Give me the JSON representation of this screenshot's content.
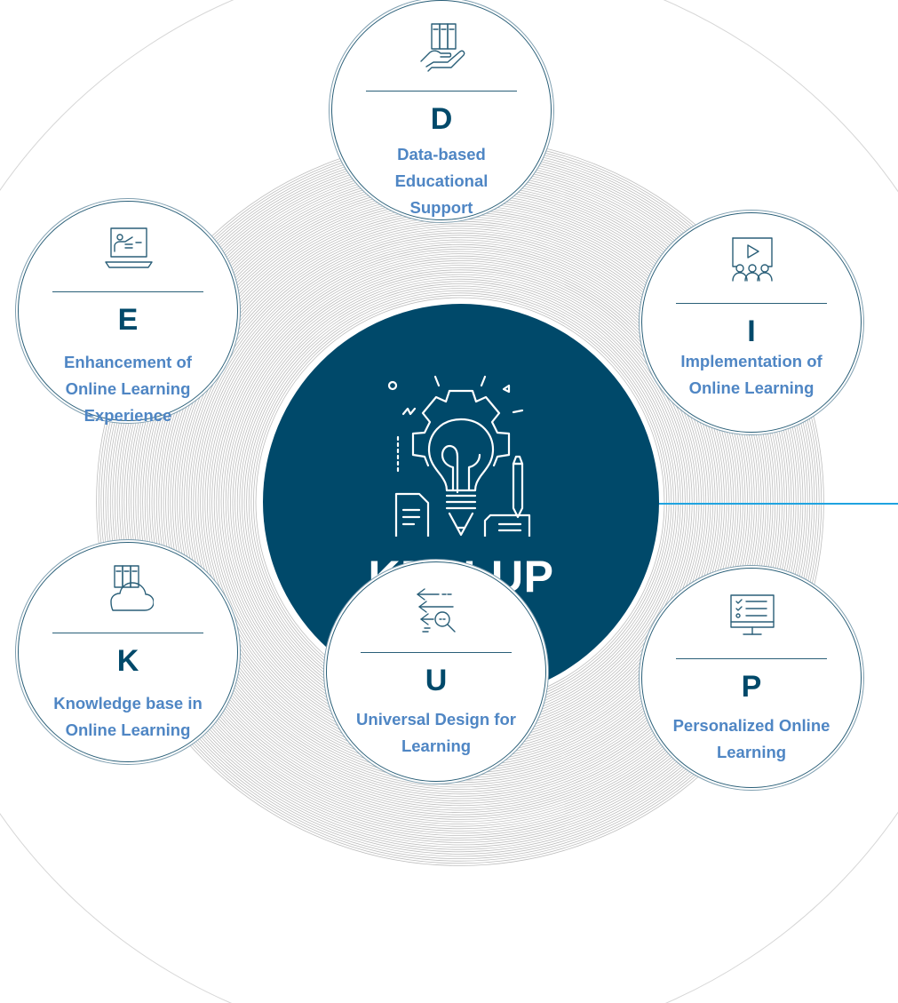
{
  "center": {
    "title": "KEDI-UP",
    "icon": "lightbulb-gear-icon"
  },
  "pillars": [
    {
      "letter": "D",
      "description": "Data-based Educational Support",
      "icon": "hand-books-icon"
    },
    {
      "letter": "I",
      "description": "Implementation of Online Learning",
      "icon": "video-audience-icon"
    },
    {
      "letter": "P",
      "description": "Personalized Online Learning",
      "icon": "monitor-checklist-icon"
    },
    {
      "letter": "U",
      "description": "Universal Design for Learning",
      "icon": "arrows-search-icon"
    },
    {
      "letter": "K",
      "description": "Knowledge base in Online Learning",
      "icon": "cloud-books-icon"
    },
    {
      "letter": "E",
      "description": "Enhancement of Online Learning Experience",
      "icon": "laptop-teacher-icon"
    }
  ],
  "colors": {
    "navy": "#00496a",
    "accent_blue": "#4f86c4",
    "connector": "#1fa3e0",
    "ring_lines": "#bdbdbd",
    "outline": "#2a5f78"
  }
}
